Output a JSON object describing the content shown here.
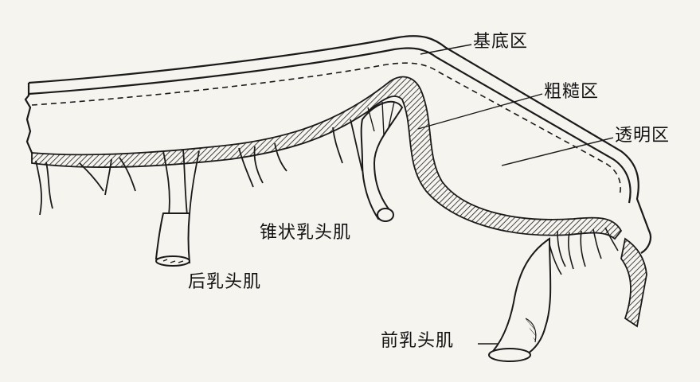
{
  "labels": {
    "basal_zone": "基底区",
    "rough_zone": "粗糙区",
    "clear_zone": "透明区",
    "conical_papillary_muscle": "锥状乳头肌",
    "posterior_papillary_muscle": "后乳头肌",
    "anterior_papillary_muscle": "前乳头肌"
  },
  "colors": {
    "ink": "#1a1a1a",
    "paper": "#f6f4ef"
  }
}
